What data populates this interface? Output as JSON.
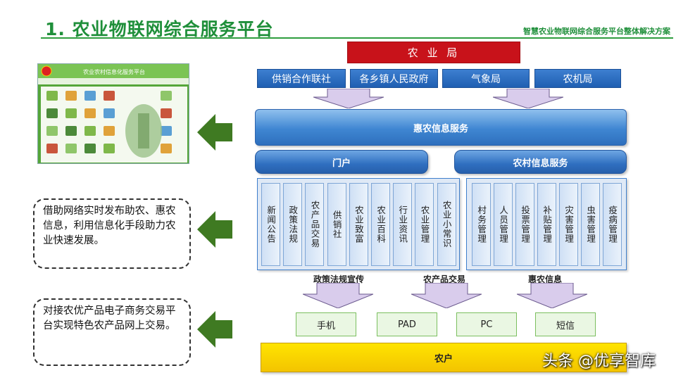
{
  "header": {
    "title": "1. 农业物联网综合服务平台",
    "subtitle": "智慧农业物联网综合服务平台整体解决方案"
  },
  "screenshot": {
    "caption": "农业农村信息化服务平台"
  },
  "top": {
    "bureau": "农 业 局",
    "departments": [
      "供销合作联社",
      "各乡镇人民政府",
      "气象局",
      "农机局"
    ]
  },
  "service": {
    "main": "惠农信息服务",
    "left_pill": "门户",
    "right_pill": "农村信息服务"
  },
  "portal_items": [
    "新闻公告",
    "政策法规",
    "农产品交易",
    "供销社",
    "农业致富",
    "农业百科",
    "行业资讯",
    "农业管理",
    "农业小常识"
  ],
  "rural_items": [
    "村务管理",
    "人员管理",
    "投票管理",
    "补贴管理",
    "灾害管理",
    "虫害管理",
    "疫病管理"
  ],
  "flows": [
    "政策法规宣传",
    "农产品交易",
    "惠农信息"
  ],
  "devices": [
    "手机",
    "PAD",
    "PC",
    "短信"
  ],
  "bottom": {
    "label": "农户"
  },
  "notes": [
    "借助网络实时发布助农、惠农信息，利用信息化手段助力农业快速发展。",
    "对接农优产品电子商务交易平台实现特色农产品网上交易。"
  ],
  "watermark": "头条 @优享智库",
  "colors": {
    "title_green": "#1f8f3a",
    "bureau_red": "#c8121a",
    "blue": "#2f6fc0",
    "farmer_yellow": "#ffe400",
    "arrow_green": "#3f7a22"
  }
}
